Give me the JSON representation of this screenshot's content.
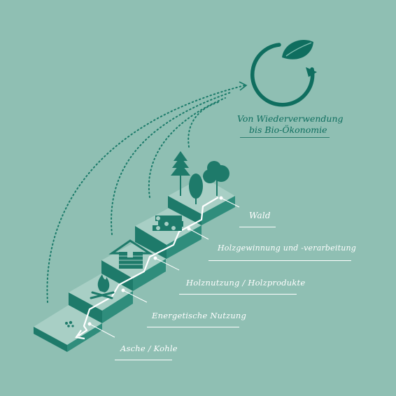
{
  "title": {
    "line1": "Von Wiederverwendung",
    "line2": "bis Bio-Ökonomie"
  },
  "stages": [
    {
      "label": "Wald",
      "icon": "trees-icon"
    },
    {
      "label": "Holzgewinnung und -verarbeitung",
      "icon": "log-pile-icon"
    },
    {
      "label": "Holznutzung / Holzprodukte",
      "icon": "log-cabin-icon"
    },
    {
      "label": "Energetische Nutzung",
      "icon": "campfire-icon"
    },
    {
      "label": "Asche / Kohle",
      "icon": "ash-icon"
    }
  ],
  "icons": {
    "cycle": "recycle-leaf-icon"
  },
  "colors": {
    "background": "#8fbfb3",
    "step_top": "#a8cfc5",
    "step_side": "#2f8d7c",
    "step_front": "#1e7a6a",
    "accent_dark": "#0f6e5f",
    "white": "#ffffff"
  }
}
